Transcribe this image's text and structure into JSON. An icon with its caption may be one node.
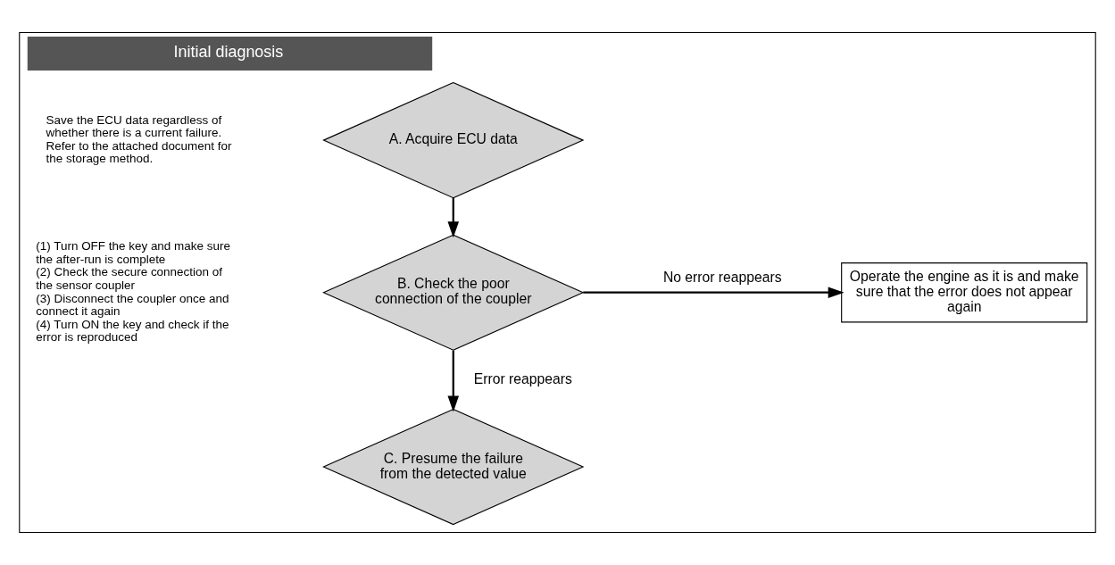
{
  "diagram": {
    "nodes": [
      {
        "text": [
          "Initial diagnosis"
        ]
      },
      {
        "text": [
          "A. Acquire ECU data"
        ],
        "in": 0,
        "beside": [
          "Save the ECU data regardless of whether there is a current failure.",
          "Refer to the attached document for the storage method."
        ]
      },
      {
        "text": [
          "B. Check the poor connection of the coupler"
        ],
        "in": 0,
        "beside": [
          "(1) Turn OFF the key and make sure the after-run is complete",
          "(2) Check the secure connection of the sensor coupler",
          "(3) Disconnect the coupler once and connect it again",
          "(4) Turn ON the key and check if the error is reproduced"
        ]
      },
      {
        "text": [
          "C. Presume the failure from the detected value"
        ],
        "in": 0
      },
      {
        "text": [
          "Operate the engine as it is and make sure that the error does not appear again"
        ],
        "in": 0
      }
    ],
    "edges": [
      {
        "from": 1,
        "to": 2,
        "arrow": "to"
      },
      {
        "from": 2,
        "to": 4,
        "arrow": "to",
        "label": "No error reappears"
      },
      {
        "from": 2,
        "to": 3,
        "arrow": "to",
        "label": "Error reappears"
      }
    ]
  }
}
